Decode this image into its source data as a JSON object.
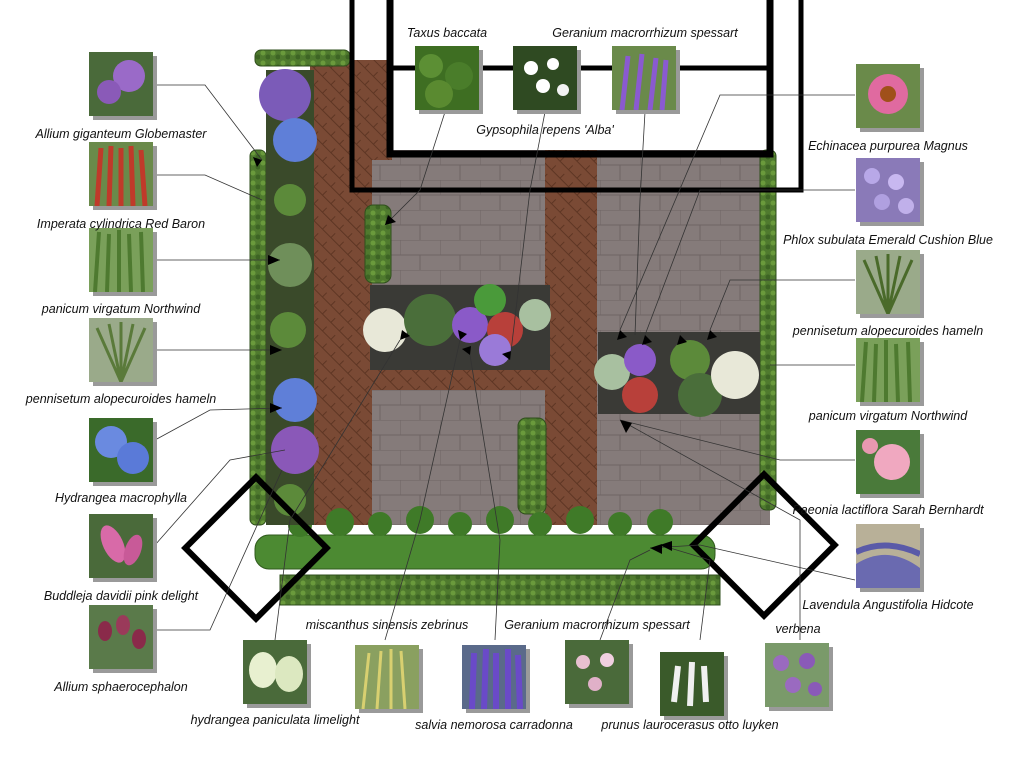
{
  "plant_labels": {
    "taxus": "Taxus baccata",
    "geranium_top": "Geranium macrorrhizum spessart",
    "gypsophila": "Gypsophila repens 'Alba'",
    "allium_giganteum": "Allium giganteum Globemaster",
    "imperata": "Imperata cylindrica Red Baron",
    "panicum_left": "panicum virgatum Northwind",
    "pennisetum_left": "pennisetum alopecuroides hameln",
    "hydrangea_macrophylla": "Hydrangea macrophylla",
    "buddleja": "Buddleja davidii pink delight",
    "allium_sphaerocephalon": "Allium sphaerocephalon",
    "echinacea": "Echinacea purpurea Magnus",
    "phlox": "Phlox subulata Emerald Cushion Blue",
    "pennisetum_right": "pennisetum alopecuroides hameln",
    "panicum_right": "panicum virgatum Northwind",
    "paeonia": "Paeonia lactiflora Sarah Bernhardt",
    "lavandula": "Lavendula Angustifolia Hidcote",
    "miscanthus": "miscanthus sinensis zebrinus",
    "geranium_bottom": "Geranium macrorrhizum spessart",
    "verbena": "verbena",
    "hydrangea_paniculata": "hydrangea paniculata limelight",
    "salvia": "salvia nemorosa carradonna",
    "prunus": "prunus laurocerasus otto luyken"
  },
  "colors": {
    "hedge": "#4f7a2e",
    "hedge_dark": "#2f4f1c",
    "brick": "#7a4a35",
    "paving": "#857b7a",
    "bed_dark": "#3a3a36",
    "frame": "#000000"
  }
}
